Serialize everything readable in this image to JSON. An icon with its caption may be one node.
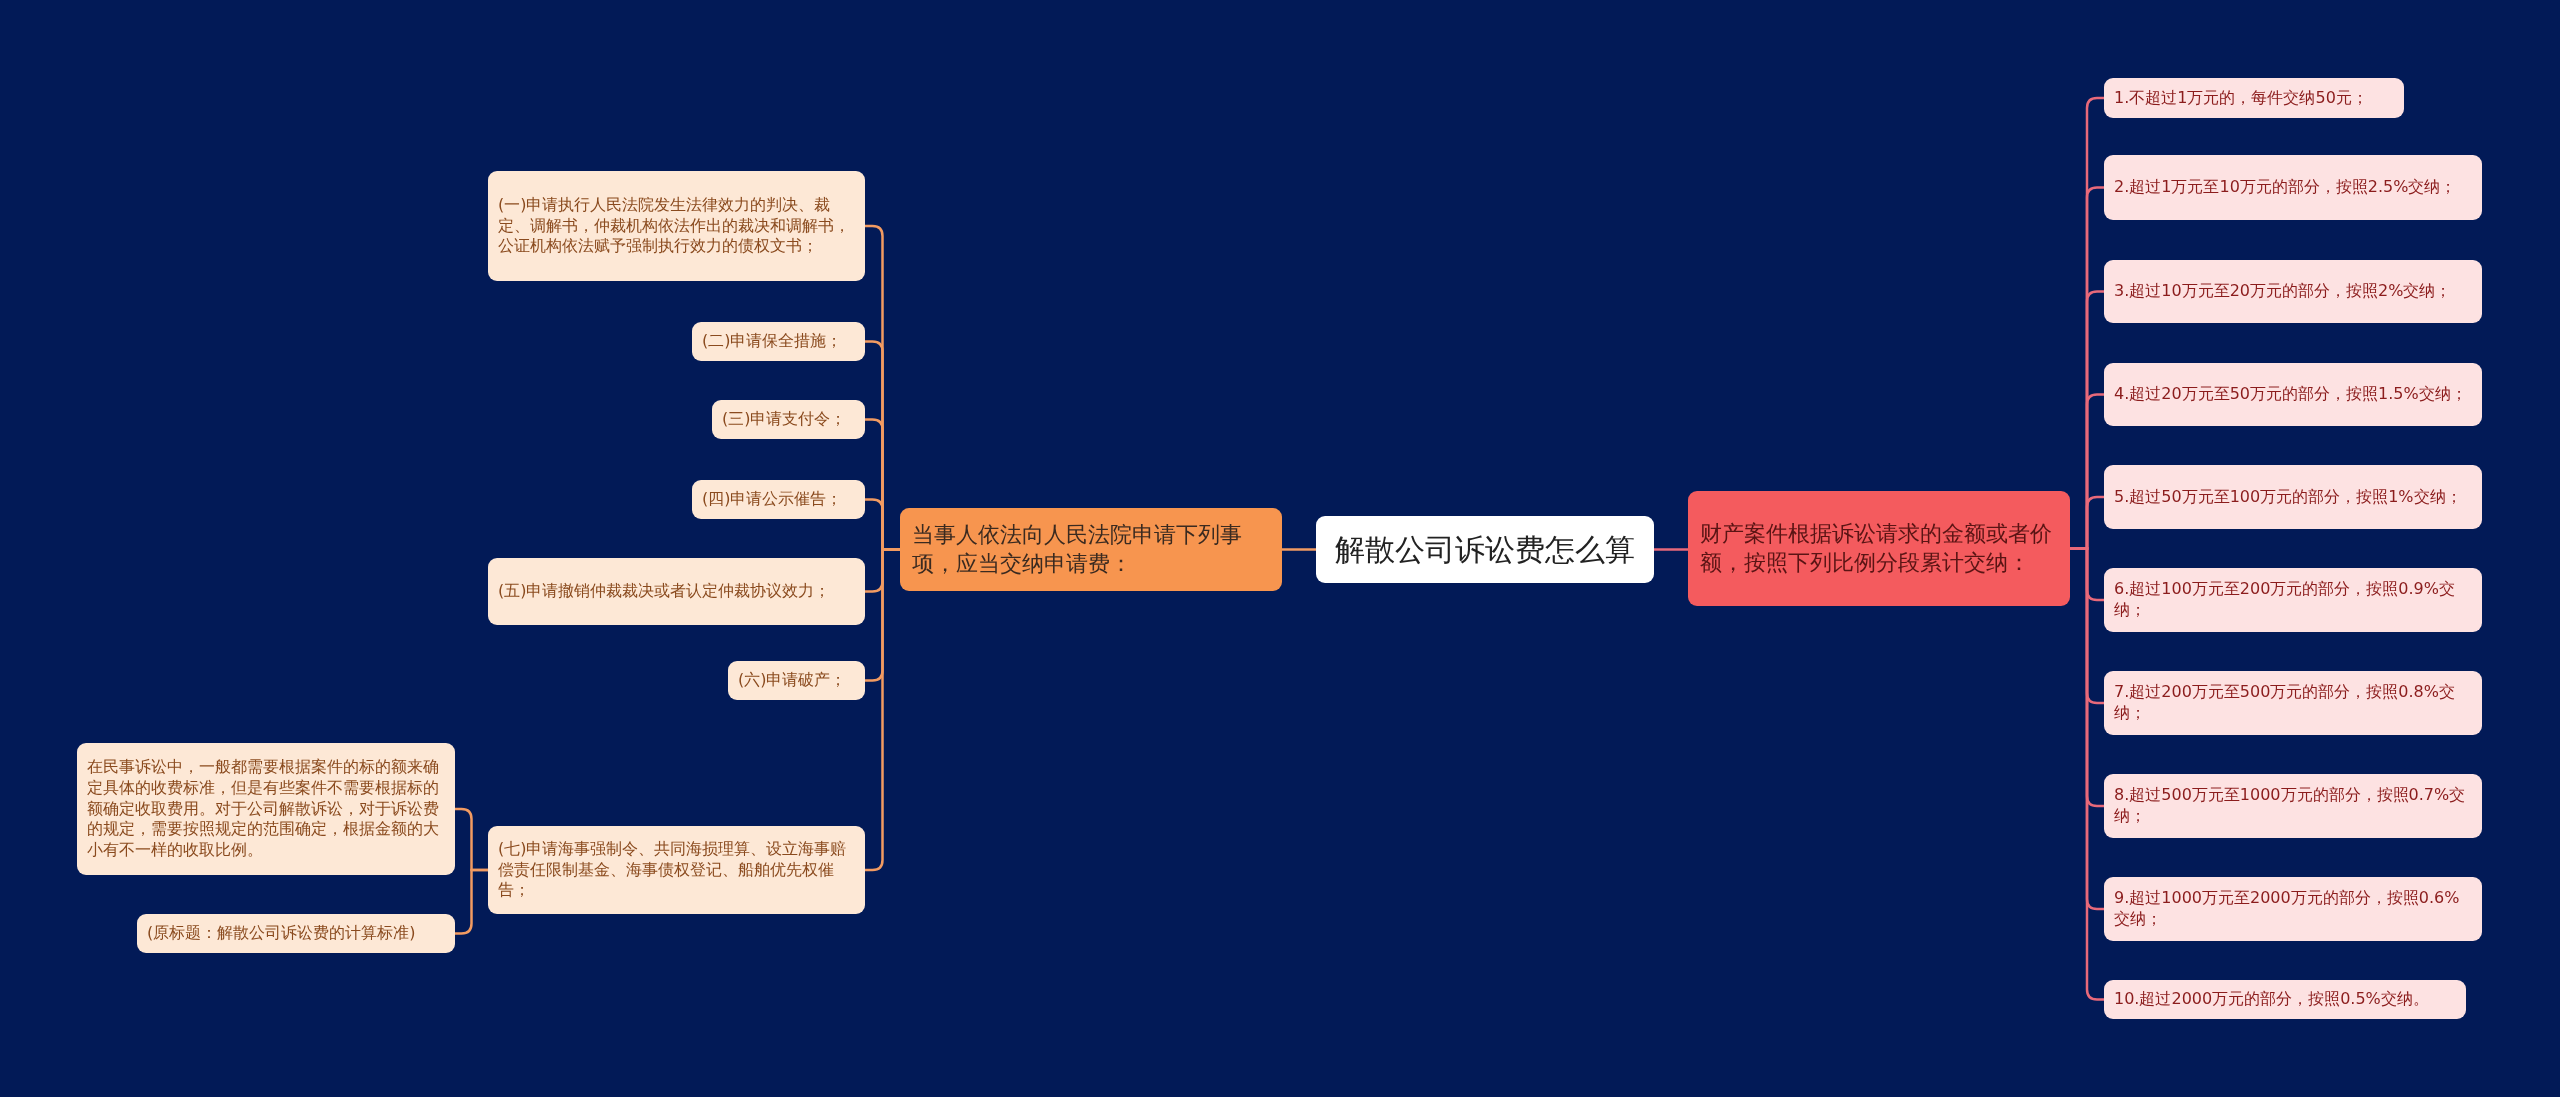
{
  "diagram": {
    "nodes": [
      {
        "text": [
          "解散公司诉讼费怎么算"
        ]
      },
      {
        "text": [
          "当事人依法向人民法院申请下列事项，应当交纳申请费："
        ]
      },
      {
        "text": [
          "(一)申请执行人民法院发生法律效力的判决、裁定、调解书，仲裁机构依法作出的裁决和调解书，公证机构依法赋予强制执行效力的债权文书；"
        ]
      },
      {
        "text": [
          "(二)申请保全措施；"
        ]
      },
      {
        "text": [
          "(三)申请支付令；"
        ]
      },
      {
        "text": [
          "(四)申请公示催告；"
        ]
      },
      {
        "text": [
          "(五)申请撤销仲裁裁决或者认定仲裁协议效力；"
        ]
      },
      {
        "text": [
          "(六)申请破产；"
        ]
      },
      {
        "text": [
          "(七)申请海事强制令、共同海损理算、设立海事赔偿责任限制基金、海事债权登记、船舶优先权催告；"
        ]
      },
      {
        "text": [
          "在民事诉讼中，一般都需要根据案件的标的额来确定具体的收费标准，但是有些案件不需要根据标的额确定收取费用。对于公司解散诉讼，对于诉讼费的规定，需要按照规定的范围确定，根据金额的大小有不一样的收取比例。"
        ]
      },
      {
        "text": [
          "(原标题：解散公司诉讼费的计算标准)"
        ]
      },
      {
        "text": [
          "财产案件根据诉讼请求的金额或者价额，按照下列比例分段累计交纳："
        ]
      },
      {
        "text": [
          "1.不超过1万元的，每件交纳50元；"
        ]
      },
      {
        "text": [
          "2.超过1万元至10万元的部分，按照2.5%交纳；"
        ]
      },
      {
        "text": [
          "3.超过10万元至20万元的部分，按照2%交纳；"
        ]
      },
      {
        "text": [
          "4.超过20万元至50万元的部分，按照1.5%交纳；"
        ]
      },
      {
        "text": [
          "5.超过50万元至100万元的部分，按照1%交纳；"
        ]
      },
      {
        "text": [
          "6.超过100万元至200万元的部分，按照0.9%交纳；"
        ]
      },
      {
        "text": [
          "7.超过200万元至500万元的部分，按照0.8%交纳；"
        ]
      },
      {
        "text": [
          "8.超过500万元至1000万元的部分，按照0.7%交纳；"
        ]
      },
      {
        "text": [
          "9.超过1000万元至2000万元的部分，按照0.6%交纳；"
        ]
      },
      {
        "text": [
          "10.超过2000万元的部分，按照0.5%交纳。"
        ]
      }
    ],
    "edges": [
      {
        "from": 0,
        "to": 1,
        "arrow": "none",
        "color": "#f29b62"
      },
      {
        "from": 1,
        "to": 2,
        "arrow": "none",
        "color": "#f29b62"
      },
      {
        "from": 1,
        "to": 3,
        "arrow": "none",
        "color": "#f29b62"
      },
      {
        "from": 1,
        "to": 4,
        "arrow": "none",
        "color": "#f29b62"
      },
      {
        "from": 1,
        "to": 5,
        "arrow": "none",
        "color": "#f29b62"
      },
      {
        "from": 1,
        "to": 6,
        "arrow": "none",
        "color": "#f29b62"
      },
      {
        "from": 1,
        "to": 7,
        "arrow": "none",
        "color": "#f29b62"
      },
      {
        "from": 1,
        "to": 8,
        "arrow": "none",
        "color": "#f29b62"
      },
      {
        "from": 8,
        "to": 9,
        "arrow": "none",
        "color": "#f29b62"
      },
      {
        "from": 8,
        "to": 10,
        "arrow": "none",
        "color": "#f29b62"
      },
      {
        "from": 0,
        "to": 11,
        "arrow": "none"
      },
      {
        "from": 11,
        "to": 12,
        "arrow": "none"
      },
      {
        "from": 11,
        "to": 13,
        "arrow": "none"
      },
      {
        "from": 11,
        "to": 14,
        "arrow": "none"
      },
      {
        "from": 11,
        "to": 15,
        "arrow": "none"
      },
      {
        "from": 11,
        "to": 16,
        "arrow": "none"
      },
      {
        "from": 11,
        "to": 17,
        "arrow": "none"
      },
      {
        "from": 11,
        "to": 18,
        "arrow": "none"
      },
      {
        "from": 11,
        "to": 19,
        "arrow": "none"
      },
      {
        "from": 11,
        "to": 20,
        "arrow": "none"
      },
      {
        "from": 11,
        "to": 21,
        "arrow": "none"
      }
    ]
  }
}
